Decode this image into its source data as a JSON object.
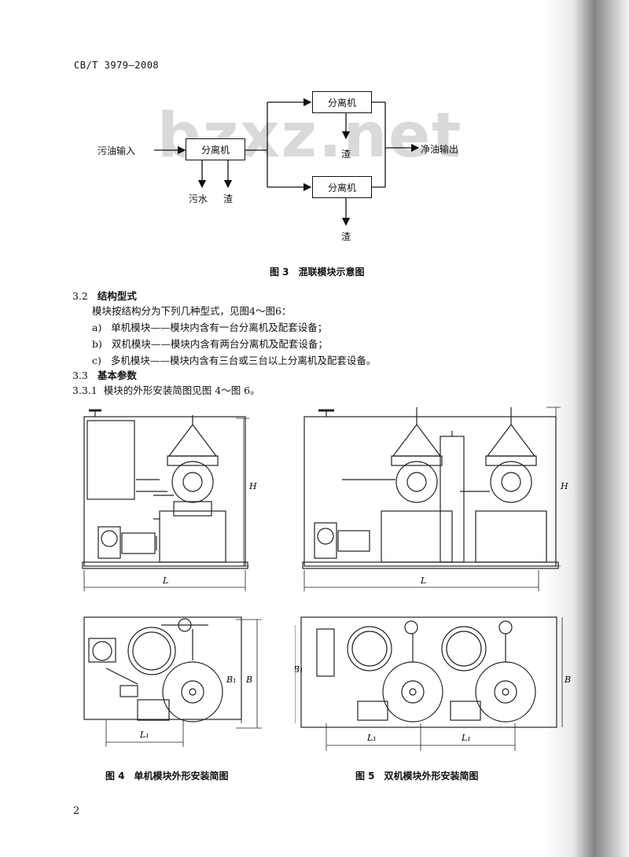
{
  "header": {
    "standard_code": "CB/T 3979—2008"
  },
  "watermark": "bzxz.net",
  "figure3": {
    "input_label": "污油输入",
    "output_label": "净油输出",
    "separator_label": "分离机",
    "sewage_label": "污水",
    "residue_label": "渣",
    "caption": "图 3　混联模块示意图"
  },
  "section_3_2": {
    "number": "3.2",
    "title": "结构型式",
    "intro": "模块按结构分为下列几种型式，见图4～图6：",
    "items": [
      {
        "marker": "a)",
        "text": "单机模块——模块内含有一台分离机及配套设备；"
      },
      {
        "marker": "b)",
        "text": "双机模块——模块内含有两台分离机及配套设备；"
      },
      {
        "marker": "c)",
        "text": "多机模块——模块内含有三台或三台以上分离机及配套设备。"
      }
    ]
  },
  "section_3_3": {
    "number": "3.3",
    "title": "基本参数"
  },
  "section_3_3_1": {
    "number": "3.3.1",
    "text": "模块的外形安装简图见图 4～图 6。"
  },
  "figure4": {
    "caption": "图 4　单机模块外形安装简图",
    "dim_H": "H",
    "dim_L": "L",
    "dim_B": "B",
    "dim_B1": "B₁",
    "dim_L1": "L₁"
  },
  "figure5": {
    "caption": "图 5　双机模块外形安装简图",
    "dim_H": "H",
    "dim_L": "L",
    "dim_B": "B",
    "dim_B1": "B₁",
    "dim_L1": "L₁"
  },
  "page_number": "2"
}
